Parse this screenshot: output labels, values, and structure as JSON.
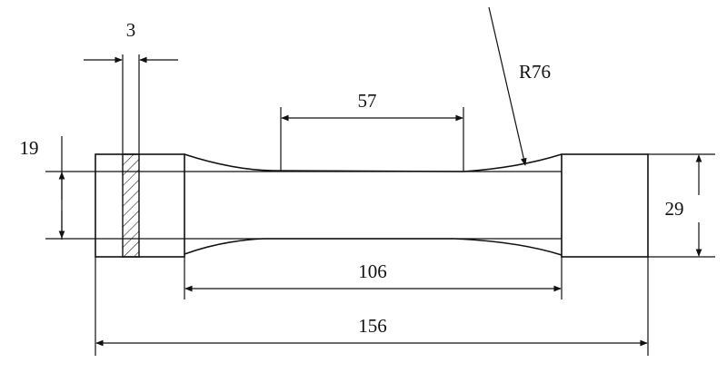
{
  "drawing": {
    "dimensions": {
      "thickness": "3",
      "gauge_length": "57",
      "radius": "R76",
      "grip_width": "19",
      "reduced_width": "29",
      "parallel_length": "106",
      "overall_length": "156"
    }
  },
  "colors": {
    "ink": "#111111",
    "background": "#ffffff"
  }
}
